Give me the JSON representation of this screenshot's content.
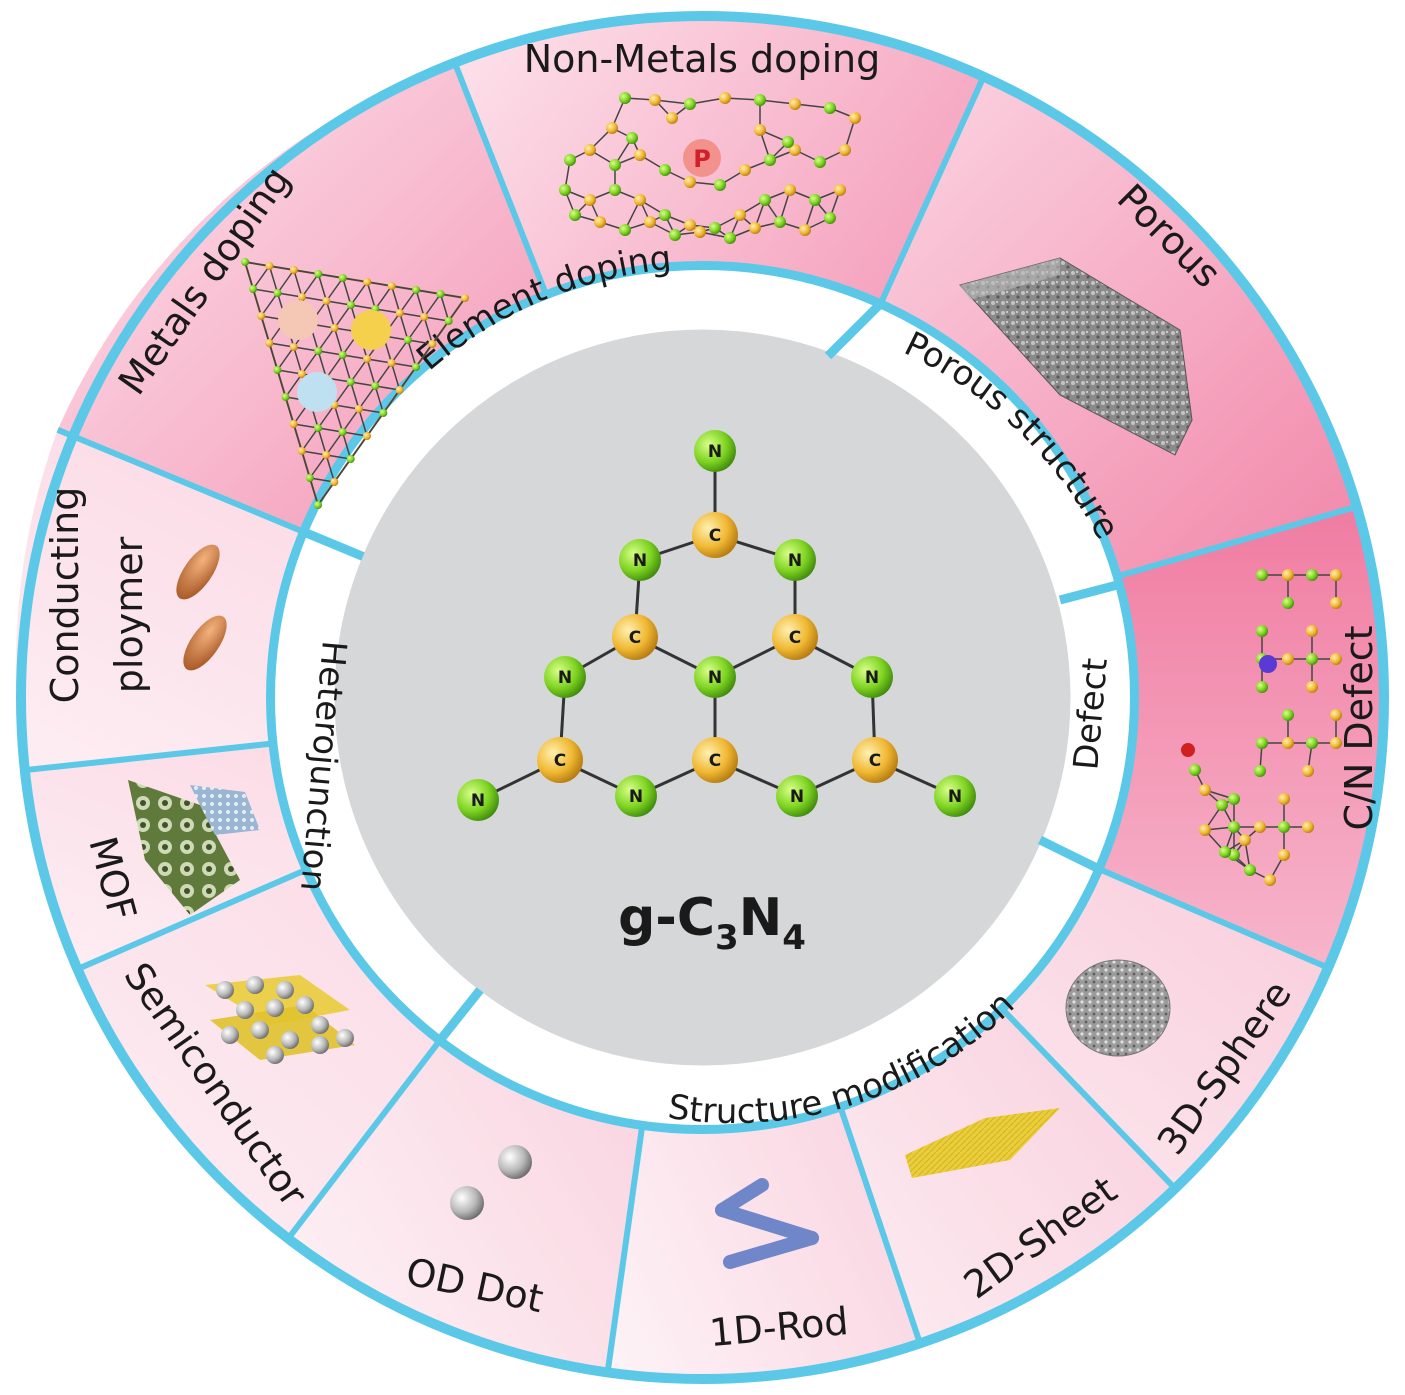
{
  "center": {
    "title": "g-C",
    "sub3": "3",
    "title_n": "N",
    "sub4": "4",
    "atom_labels": [
      "N",
      "C",
      "N",
      "N",
      "C",
      "C",
      "N",
      "N",
      "N",
      "C",
      "C",
      "C",
      "N",
      "N",
      "N",
      "N"
    ]
  },
  "inner_ring": {
    "element_doping": "Element doping",
    "porous_structure": "Porous structure",
    "defect": "Defect",
    "structure_modification": "Structure modification",
    "heterojunction": "Heterojunction"
  },
  "outer_ring": {
    "non_metals_doping": "Non-Metals doping",
    "porous": "Porous",
    "cn_defect": "C/N Defect",
    "sphere_3d": "3D-Sphere",
    "sheet_2d": "2D-Sheet",
    "rod_1d": "1D-Rod",
    "dot_0d": "OD Dot",
    "semiconductor": "Semiconductor",
    "mof": "MOF",
    "conducting_line1": "Conducting",
    "conducting_line2": "ploymer",
    "metals_doping": "Metals doping"
  },
  "small_labels": {
    "p": "P",
    "n": "N",
    "c": "C"
  },
  "colors": {
    "ring_border": "#5cc8e8",
    "pink_strong": "#f27ba0",
    "pink_light": "#fde8ef",
    "center_gray": "#d5d7d8",
    "nitrogen": "#7ed321",
    "carbon": "#f0b833"
  }
}
